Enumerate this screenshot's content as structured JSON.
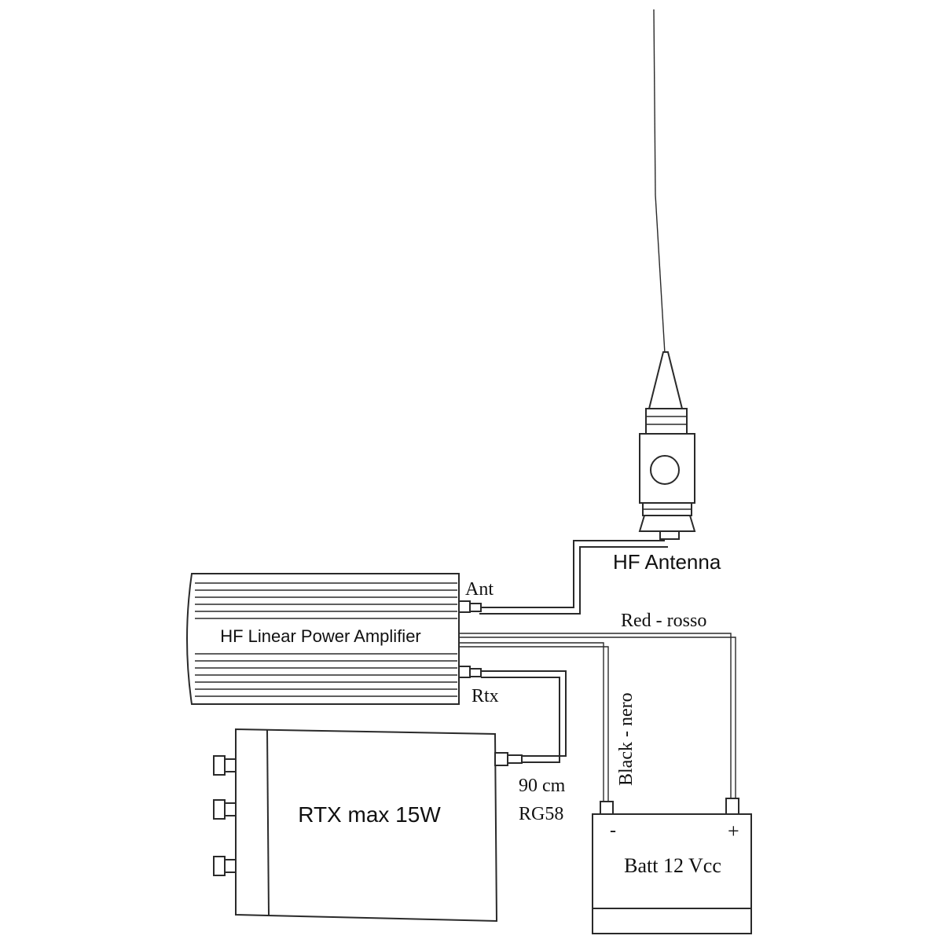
{
  "diagram": {
    "antenna_label": "HF Antenna",
    "amplifier_label": "HF Linear Power Amplifier",
    "amp_ant_port": "Ant",
    "amp_rtx_port": "Rtx",
    "red_wire_label": "Red - rosso",
    "black_wire_label": "Black - nero",
    "radio_label": "RTX max 15W",
    "cable_length": "90 cm",
    "cable_type": "RG58",
    "battery_minus": "-",
    "battery_plus": "+",
    "battery_label": "Batt 12 Vcc"
  }
}
